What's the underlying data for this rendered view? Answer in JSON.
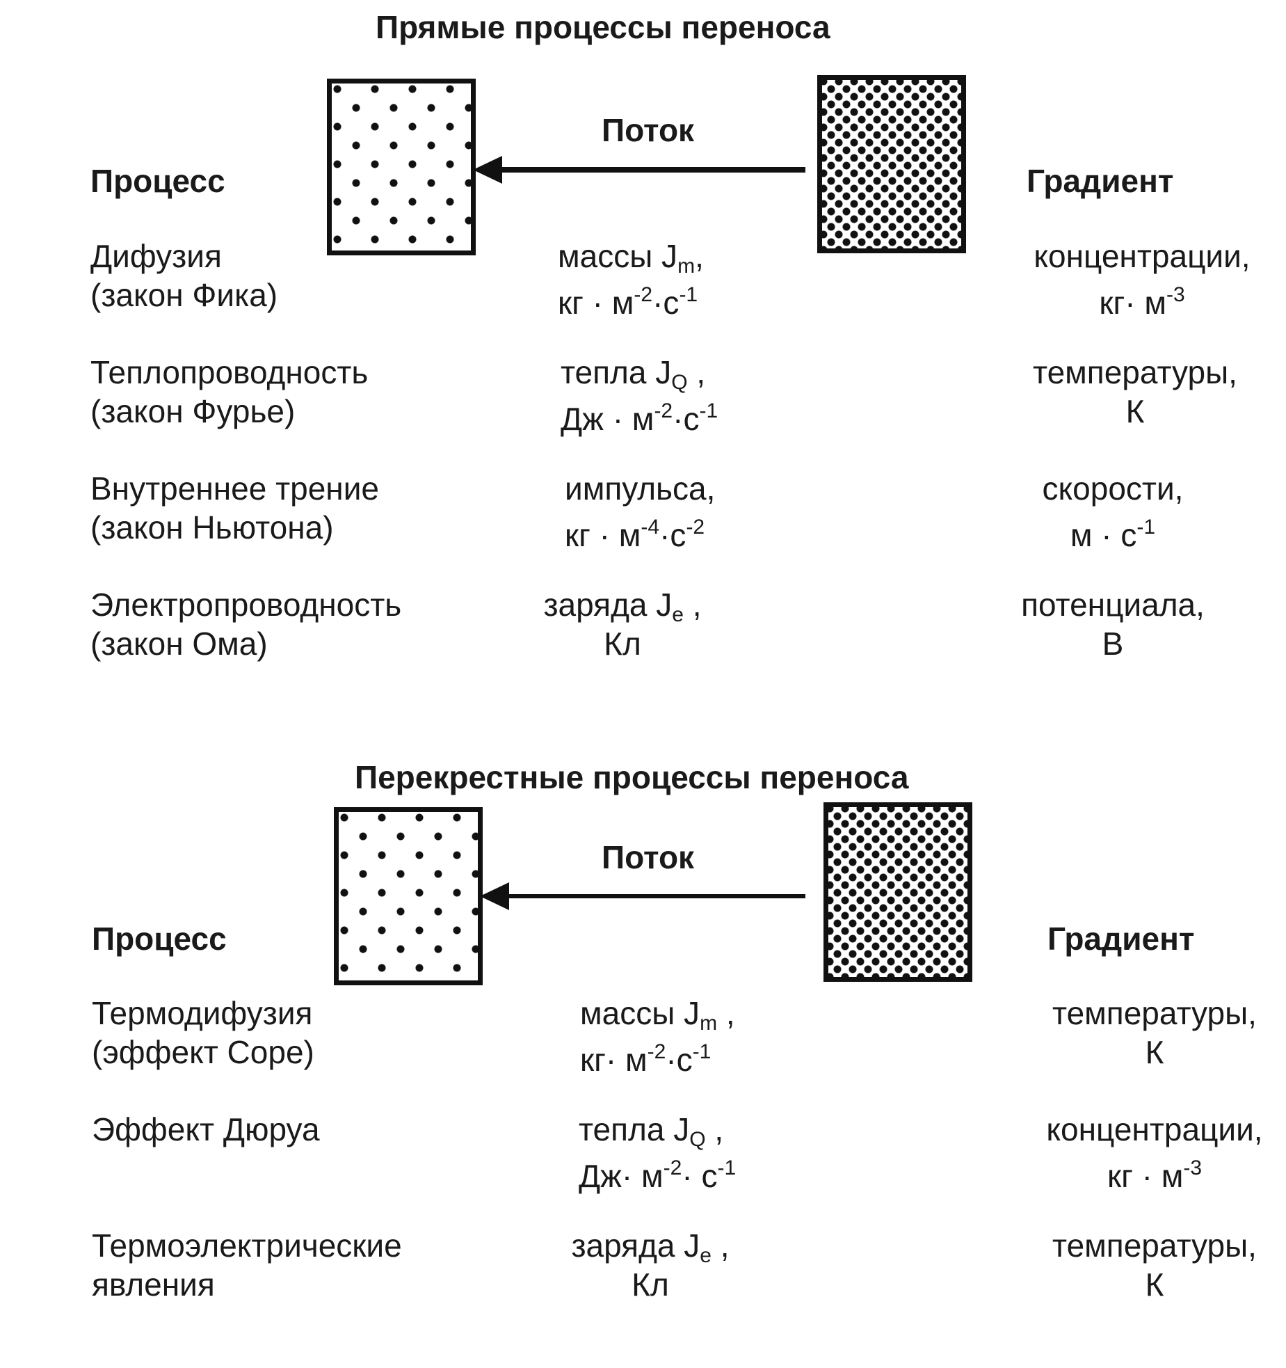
{
  "direct": {
    "title": "Прямые процессы переноса",
    "flow_label": "Поток",
    "process_header": "Процесс",
    "gradient_header": "Градиент",
    "rows": [
      {
        "process": [
          "Дифузия",
          "(закон Фика)"
        ],
        "flux": [
          "массы J<sub>m</sub>,",
          "кг · м<sup>-2</sup>·с<sup>-1</sup>"
        ],
        "gradient": [
          "концентрации,",
          "кг· м<sup>-3</sup>"
        ]
      },
      {
        "process": [
          "Теплопроводность",
          "(закон Фурье)"
        ],
        "flux": [
          "тепла J<sub>Q</sub> ,",
          "Дж · м<sup>-2</sup>·с<sup>-1</sup>"
        ],
        "gradient": [
          "температуры,",
          "К"
        ]
      },
      {
        "process": [
          "Внутреннее трение",
          "(закон Ньютона)"
        ],
        "flux": [
          "импульса,",
          "кг · м<sup>-4</sup>·с<sup>-2</sup>"
        ],
        "gradient": [
          "скорости,",
          "м · с<sup>-1</sup>"
        ]
      },
      {
        "process": [
          "Электропроводность",
          "(закон Ома)"
        ],
        "flux": [
          "заряда J<sub>e</sub> ,",
          "Кл"
        ],
        "gradient": [
          "потенциала,",
          "В"
        ]
      }
    ]
  },
  "cross": {
    "title": "Перекрестные процессы переноса",
    "flow_label": "Поток",
    "process_header": "Процесс",
    "gradient_header": "Градиент",
    "rows": [
      {
        "process": [
          "Термодифузия",
          "(эффект Соре)"
        ],
        "flux": [
          "массы J<sub>m</sub> ,",
          "кг· м<sup>-2</sup>·с<sup>-1</sup>"
        ],
        "gradient": [
          "температуры,",
          "К"
        ]
      },
      {
        "process": [
          "Эффект Дюруа",
          ""
        ],
        "flux": [
          "тепла J<sub>Q</sub> ,",
          "Дж· м<sup>-2</sup>· с<sup>-1</sup>"
        ],
        "gradient": [
          "концентрации,",
          "кг · м<sup>-3</sup>"
        ]
      },
      {
        "process": [
          "Термоэлектрические",
          "явления"
        ],
        "flux": [
          "заряда J<sub>e</sub> ,",
          "Кл"
        ],
        "gradient": [
          "температуры,",
          "К"
        ]
      }
    ]
  }
}
